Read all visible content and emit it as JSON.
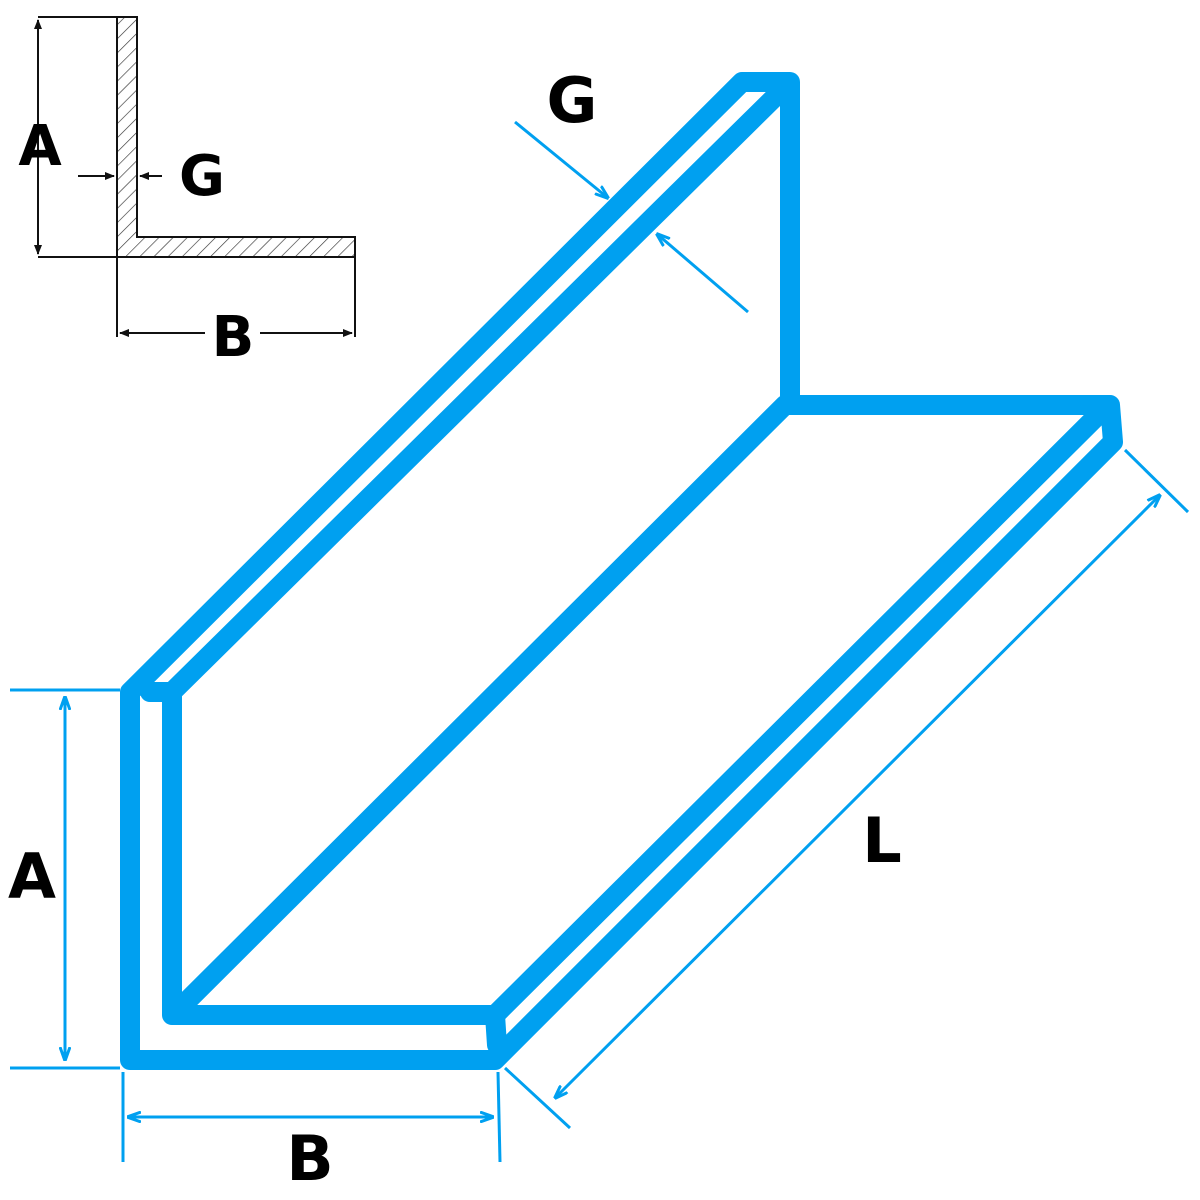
{
  "colors": {
    "profile": "#00A0F0",
    "inset": "#111111"
  },
  "inset_labels": {
    "a": "A",
    "g": "G",
    "b": "B"
  },
  "main_labels": {
    "g": "G",
    "a": "A",
    "b": "B",
    "l": "L"
  }
}
